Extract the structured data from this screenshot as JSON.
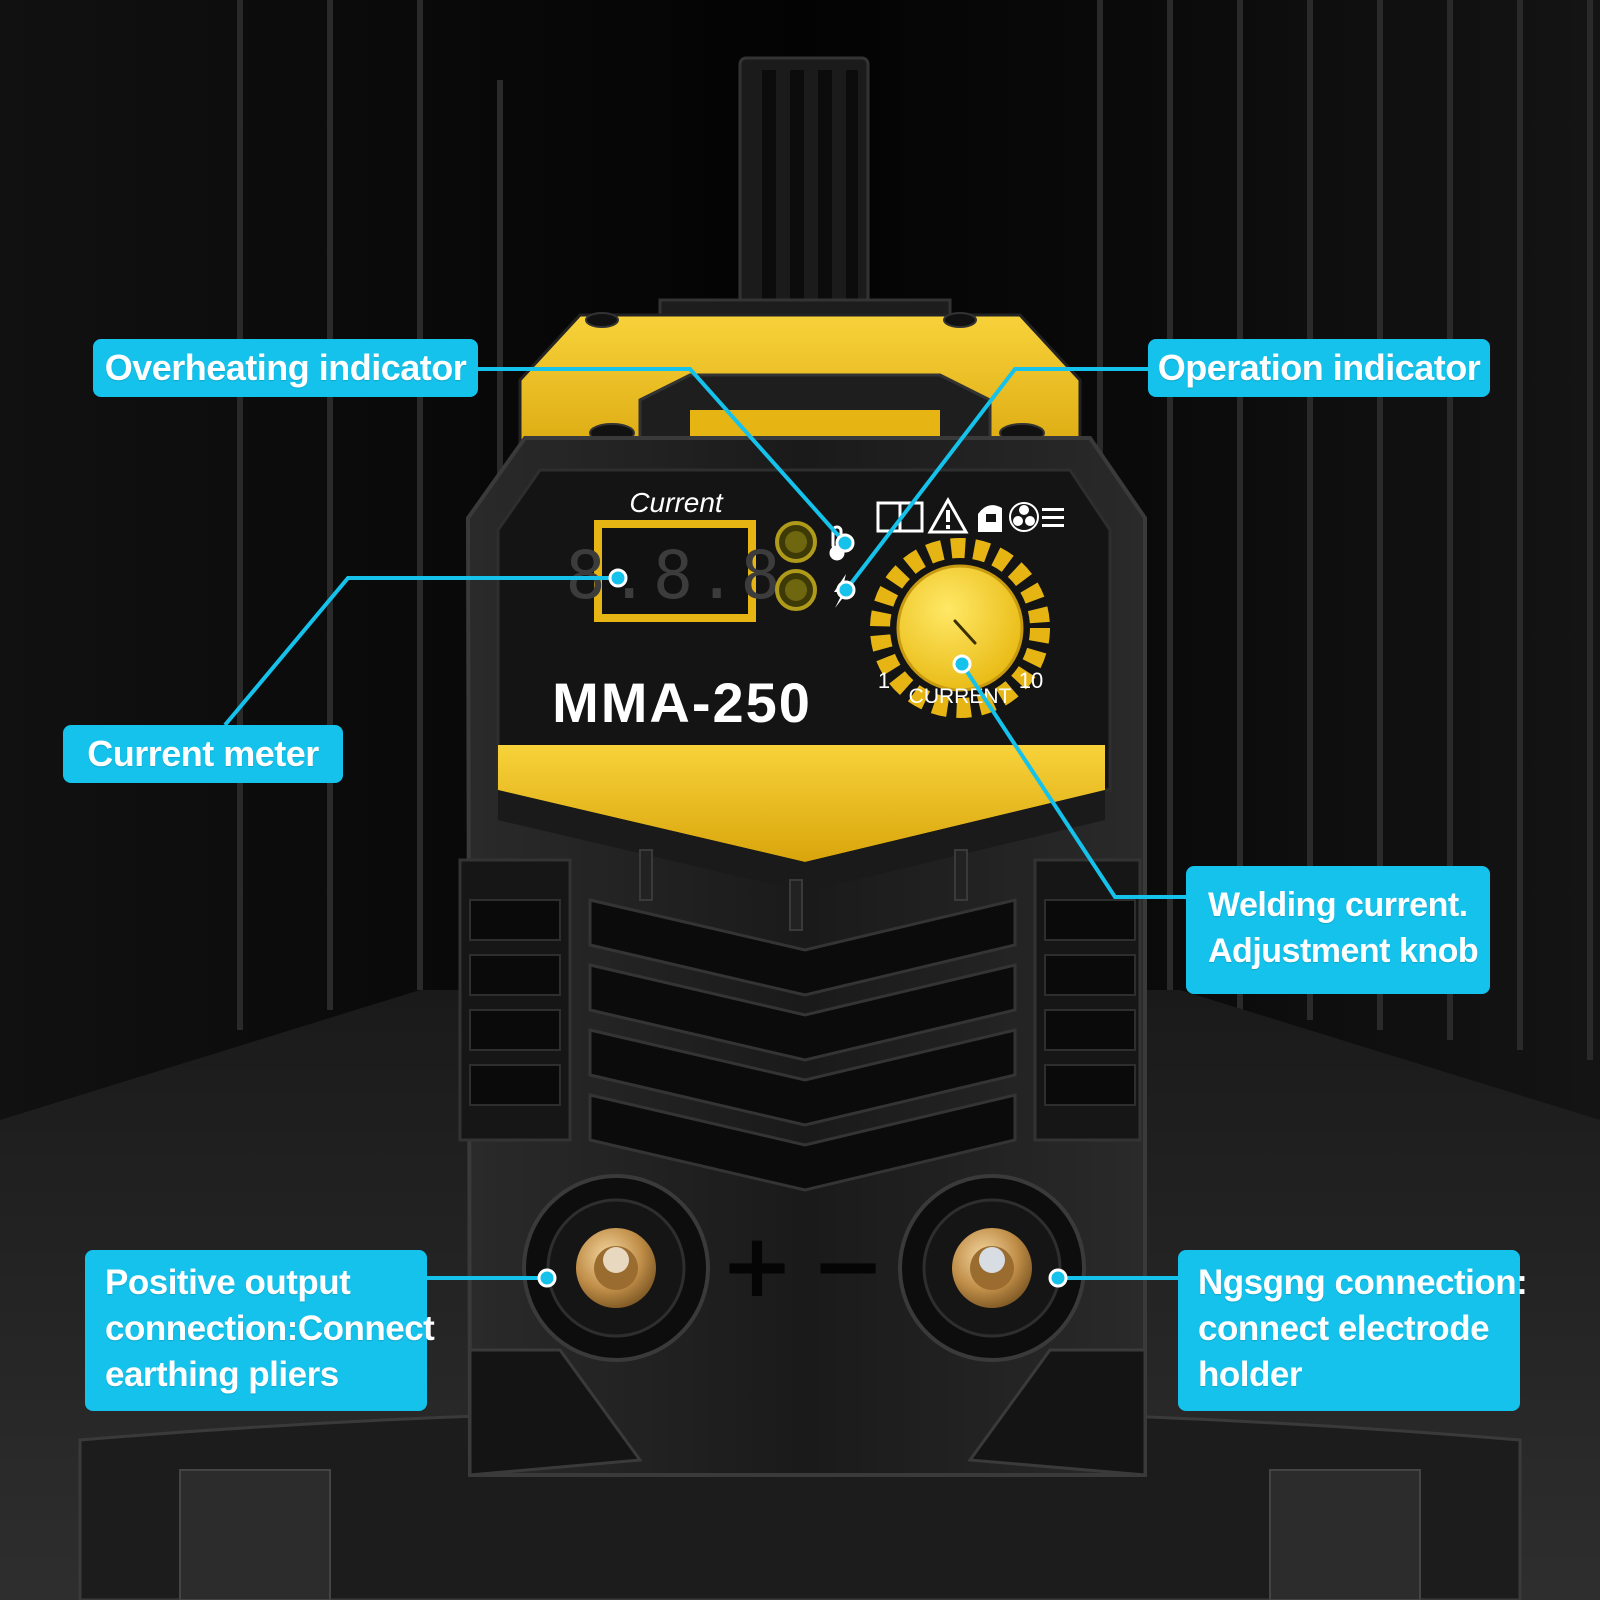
{
  "product": {
    "model": "MMA-250",
    "panel_label": "Current",
    "display_digits": "8.8.8",
    "knob_label": "CURRENT",
    "knob_min": "1",
    "knob_max": "10",
    "polarity_positive": "+",
    "polarity_negative": "−"
  },
  "callouts": {
    "overheat": {
      "label": "Overheating indicator"
    },
    "operation": {
      "label": "Operation indicator"
    },
    "meter": {
      "label": "Current meter"
    },
    "knob": {
      "lines": [
        "Welding current.",
        "Adjustment knob"
      ]
    },
    "positive": {
      "lines": [
        "Positive output",
        "connection:Connect",
        "earthing pliers"
      ]
    },
    "negative": {
      "lines": [
        "Ngsgng connection:",
        "connect electrode",
        "holder"
      ]
    }
  },
  "colors": {
    "callout": "#14c2ec",
    "body": "#161616",
    "accent_yellow": "#f2c21b",
    "background": "#050505"
  },
  "icons": [
    "thermometer-icon",
    "lightning-icon",
    "manual-icon",
    "warning-icon",
    "helmet-icon",
    "fan-icon"
  ]
}
